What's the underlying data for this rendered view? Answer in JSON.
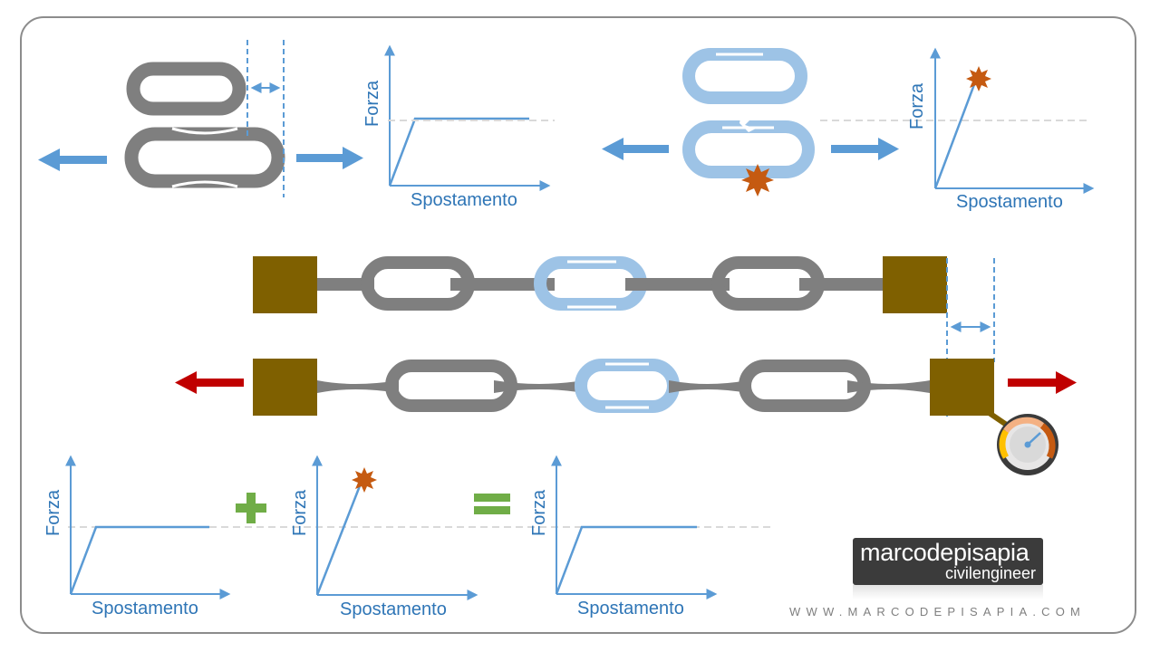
{
  "labels": {
    "force": "Forza",
    "displacement": "Spostamento"
  },
  "logo": {
    "name_part1": "marco",
    "name_part2": "depisapia",
    "subtitle": "civilengineer"
  },
  "website": "WWW.MARCODEPISAPIA.COM",
  "colors": {
    "ductile_link": "#7f7f7f",
    "brittle_link": "#9dc3e6",
    "axis_blue": "#5b9bd5",
    "anchor_block": "#7f6000",
    "pull_arrow_red": "#c00000",
    "burst": "#c55a11",
    "operator_green": "#70ad47"
  },
  "icons": [
    "arrow-left-icon",
    "arrow-right-icon",
    "burst-icon",
    "plus-icon",
    "equals-icon",
    "gauge-icon"
  ]
}
